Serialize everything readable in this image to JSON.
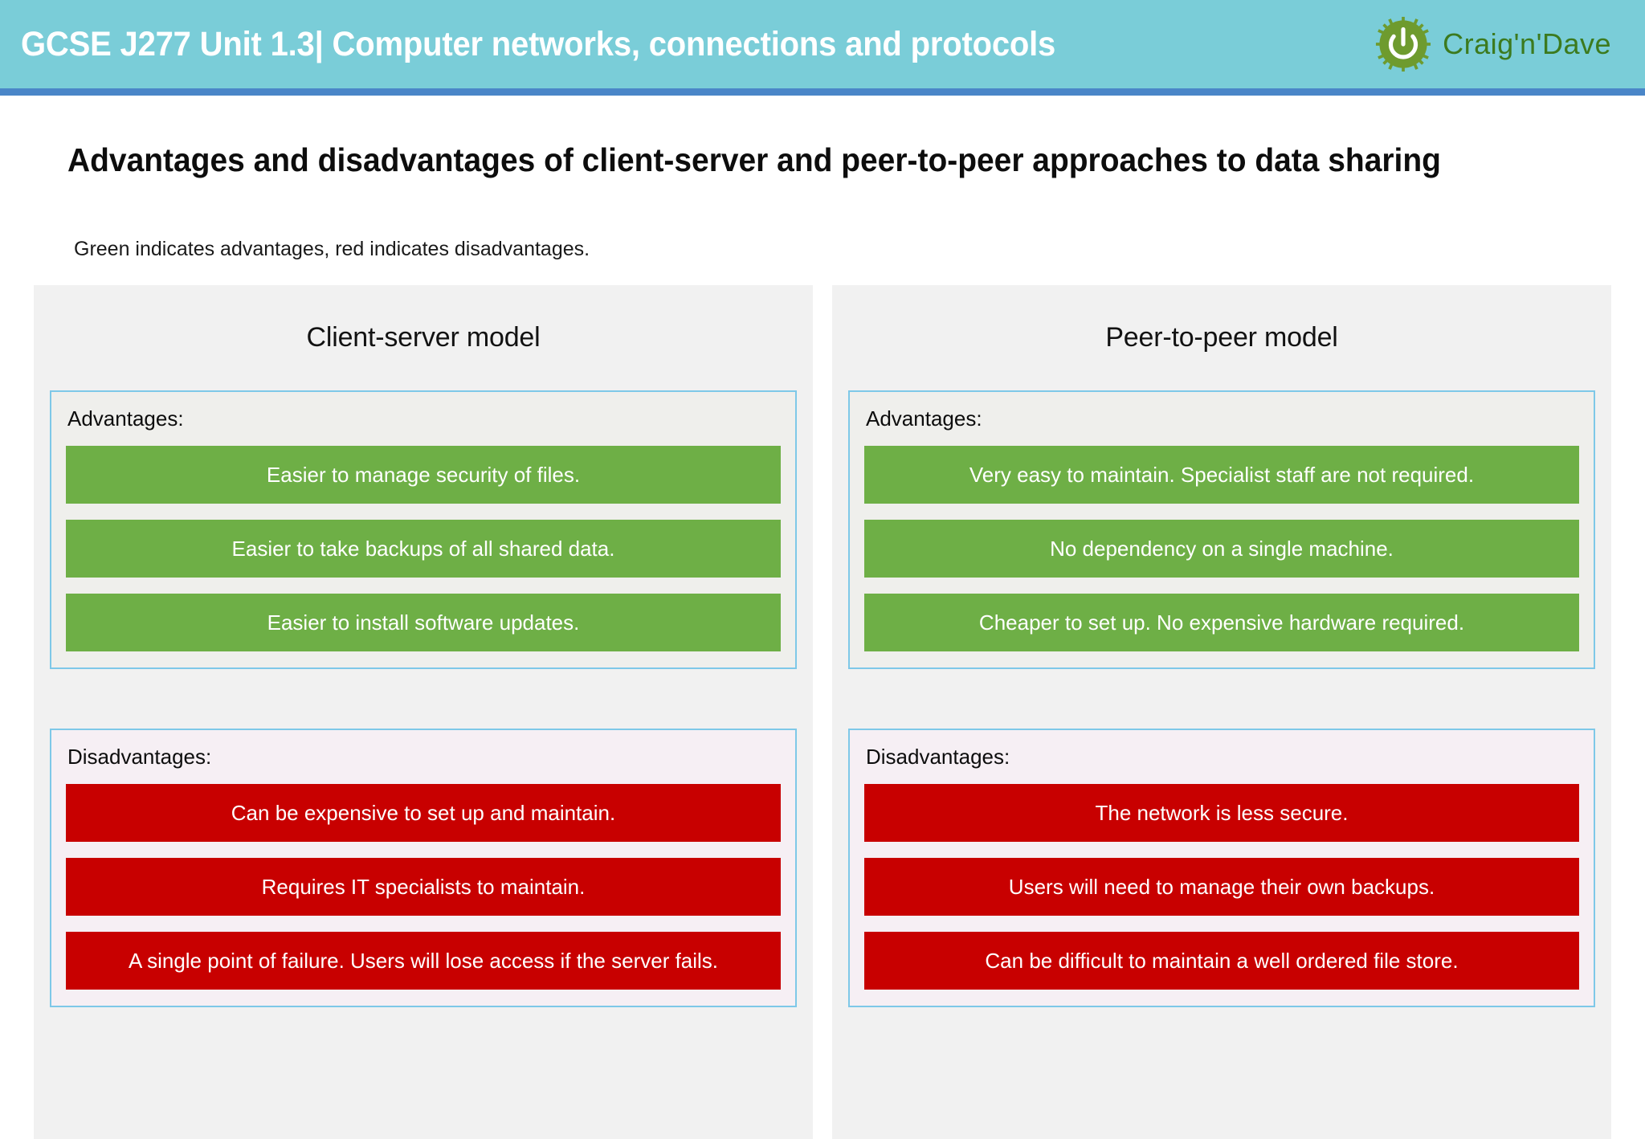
{
  "header": {
    "title": "GCSE J277 Unit 1.3| Computer networks, connections and protocols",
    "logo_text": "Craig'n'Dave",
    "band_color": "#7ACDD8",
    "rule_color": "#4A86C8",
    "logo_color": "#6E9B2E"
  },
  "slide": {
    "title": "Advantages and disadvantages of client-server and peer-to-peer approaches to data sharing",
    "subtitle": "Green indicates advantages, red indicates disadvantages.",
    "advantage_color": "#6EAF46",
    "disadvantage_color": "#C80000"
  },
  "panels": [
    {
      "heading": "Client-server model",
      "advantages_label": "Advantages:",
      "advantages": [
        "Easier to manage security of files.",
        "Easier to take backups of all shared data.",
        "Easier to install software updates."
      ],
      "disadvantages_label": "Disadvantages:",
      "disadvantages": [
        "Can be expensive to set up and maintain.",
        "Requires IT specialists to maintain.",
        "A single point of failure.  Users will lose access if the server fails."
      ]
    },
    {
      "heading": "Peer-to-peer model",
      "advantages_label": "Advantages:",
      "advantages": [
        "Very easy to maintain.  Specialist staff are not required.",
        "No dependency on a single machine.",
        "Cheaper to set up.  No expensive hardware required."
      ],
      "disadvantages_label": "Disadvantages:",
      "disadvantages": [
        "The network is less secure.",
        "Users will need to manage their own backups.",
        "Can be difficult to maintain a well ordered file store."
      ]
    }
  ]
}
